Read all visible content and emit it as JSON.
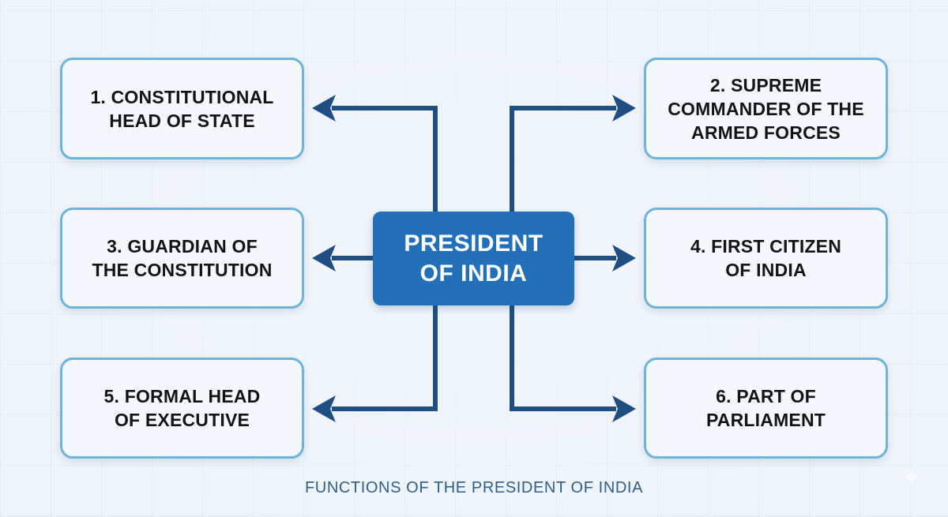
{
  "diagram": {
    "center": {
      "label": "PRESIDENT\nOF INDIA",
      "color": "#2470b8"
    },
    "functions": [
      {
        "id": 1,
        "label": "1. CONSTITUTIONAL\nHEAD OF STATE",
        "side": "left",
        "row": 1
      },
      {
        "id": 2,
        "label": "2. SUPREME\nCOMMANDER OF THE\nARMED FORCES",
        "side": "right",
        "row": 1
      },
      {
        "id": 3,
        "label": "3. GUARDIAN OF\nTHE CONSTITUTION",
        "side": "left",
        "row": 2
      },
      {
        "id": 4,
        "label": "4. FIRST CITIZEN\nOF INDIA",
        "side": "right",
        "row": 2
      },
      {
        "id": 5,
        "label": "5. FORMAL HEAD\nOF EXECUTIVE",
        "side": "left",
        "row": 3
      },
      {
        "id": 6,
        "label": "6. PART OF\nPARLIAMENT",
        "side": "right",
        "row": 3
      }
    ],
    "caption": "FUNCTIONS OF THE PRESIDENT OF INDIA",
    "colors": {
      "box_border": "#6cb4d8",
      "arrow": "#1f4e82",
      "caption": "#2f5f86",
      "background": "#eef3f9"
    }
  }
}
